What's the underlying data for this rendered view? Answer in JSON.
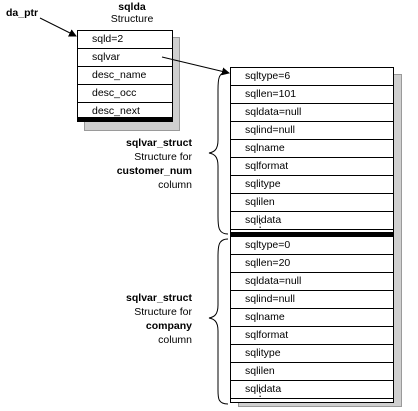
{
  "pointer_label": "da_ptr",
  "sqlda": {
    "name": "sqlda",
    "kind": "Structure",
    "fields": [
      "sqld=2",
      "sqlvar",
      "desc_name",
      "desc_occ",
      "desc_next"
    ]
  },
  "group1": {
    "name": "sqlvar_struct",
    "desc1": "Structure for",
    "column": "customer_num",
    "desc2": "column",
    "fields": [
      "sqltype=6",
      "sqllen=101",
      "sqldata=null",
      "sqlind=null",
      "sqlname",
      "sqlformat",
      "sqlitype",
      "sqlilen",
      "sqlidata",
      "⋮"
    ]
  },
  "group2": {
    "name": "sqlvar_struct",
    "desc1": "Structure for",
    "column": "company",
    "desc2": "column",
    "fields": [
      "sqltype=0",
      "sqllen=20",
      "sqldata=null",
      "sqlind=null",
      "sqlname",
      "sqlformat",
      "sqlitype",
      "sqlilen",
      "sqlidata",
      "⋮"
    ]
  }
}
